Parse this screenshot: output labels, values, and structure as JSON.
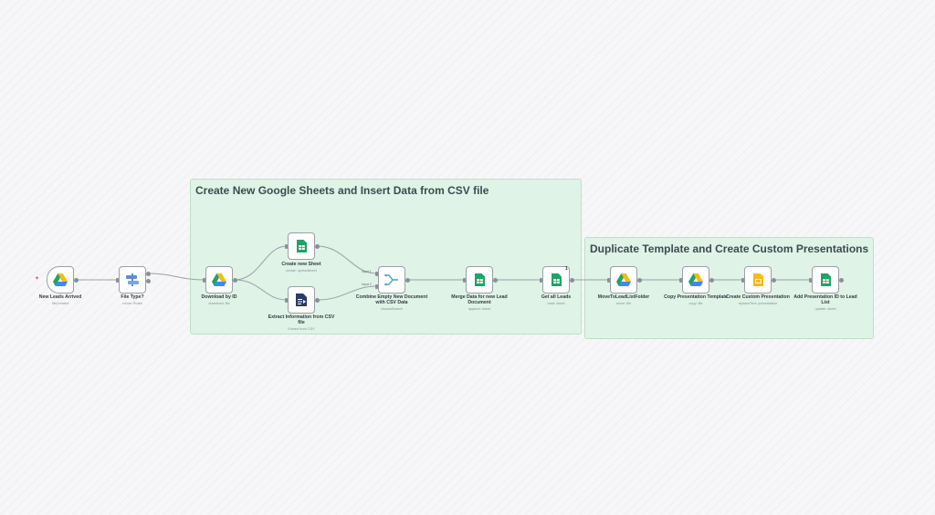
{
  "stickies": {
    "csv": {
      "title": "Create New Google Sheets and Insert Data from CSV file"
    },
    "dup": {
      "title": "Duplicate Template and Create Custom Presentations"
    }
  },
  "nodes": {
    "new_leads": {
      "title": "New Leads Arrived",
      "sub": "fileCreated",
      "icon": "google-drive-icon"
    },
    "file_type": {
      "title": "File Type?",
      "sub": "mode: Rules",
      "icon": "switch-icon"
    },
    "download": {
      "title": "Download by ID",
      "sub": "download: file",
      "icon": "google-drive-icon"
    },
    "create_sheet": {
      "title": "Create new Sheet",
      "sub": "create: spreadsheet",
      "icon": "google-sheets-icon"
    },
    "extract": {
      "title": "Extract Information from CSV file",
      "sub": "Extract from CSV",
      "icon": "document-extract-icon"
    },
    "combine": {
      "title": "Combine Empty New Document with CSV Data",
      "sub": "chooseBranch",
      "icon": "merge-icon",
      "input1": "Input 1",
      "input2": "Input 2"
    },
    "merge_data": {
      "title": "Merge Data for new Lead Document",
      "sub": "append: sheet",
      "icon": "google-sheets-icon"
    },
    "get_leads": {
      "title": "Get all Leads",
      "sub": "read: sheet",
      "icon": "google-sheets-icon",
      "badge": "1"
    },
    "move": {
      "title": "MoveToLeadListFolder",
      "sub": "move: file",
      "icon": "google-drive-icon"
    },
    "copy": {
      "title": "Copy Presentation Template",
      "sub": "copy: file",
      "icon": "google-drive-icon"
    },
    "create_pres": {
      "title": "Create Custom Presentation",
      "sub": "replaceText: presentation",
      "icon": "google-slides-icon"
    },
    "add_id": {
      "title": "Add Presentation ID to Lead List",
      "sub": "update: sheet",
      "icon": "google-sheets-icon"
    }
  },
  "colors": {
    "sticky_bg": "#dff3e6",
    "sticky_border": "#b9e2c8",
    "edge": "#9aa0a6",
    "trigger_bolt": "#e5484d",
    "sheets_green": "#1fa463",
    "slides_yellow": "#f5ba14",
    "switch_blue": "#5b8fd9",
    "extract_navy": "#2b3a67"
  }
}
